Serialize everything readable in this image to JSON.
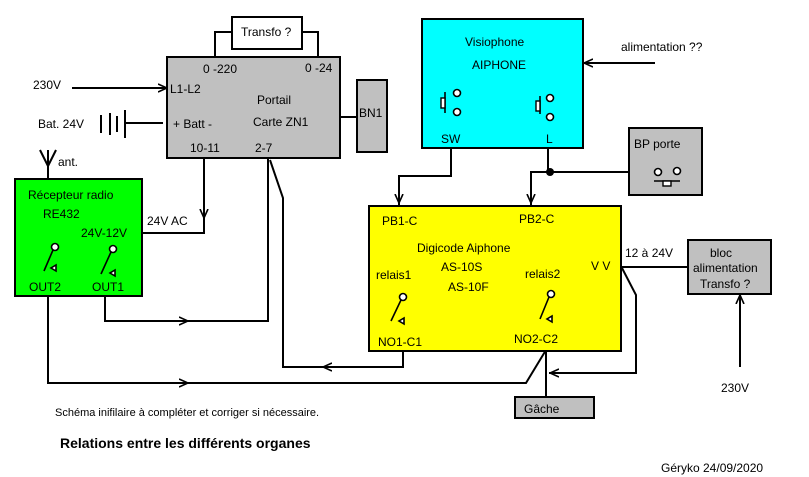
{
  "colors": {
    "portail": "#c0c0c0",
    "visiophone": "#00ffff",
    "recepteur": "#00ff00",
    "digicode": "#ffff00",
    "gray_box": "#c0c0c0",
    "transfo": "#ffffff"
  },
  "transfo": {
    "label": "Transfo ?"
  },
  "portail": {
    "title": "Portail",
    "subtitle": "Carte ZN1",
    "terminal_0_220": "0 -220",
    "terminal_0_24": "0 -24",
    "terminal_l1l2": "L1-L2",
    "terminal_batt": "+ Batt -",
    "terminal_10_11": "10-11",
    "terminal_2_7": "2-7"
  },
  "bn1": {
    "label": "BN1"
  },
  "inputs": {
    "v230_left": "230V",
    "battery": "Bat. 24V",
    "antenna": "ant.",
    "v24ac": "24V AC",
    "alimentation": "alimentation ??",
    "v12_24": "12 à 24V",
    "v230_right": "230V"
  },
  "visiophone": {
    "title": "Visiophone",
    "brand": "AIPHONE",
    "sw": "SW",
    "l": "L"
  },
  "bp_porte": {
    "label": "BP porte"
  },
  "recepteur": {
    "title": "Récepteur radio",
    "model": "RE432",
    "voltage": "24V-12V",
    "out2": "OUT2",
    "out1": "OUT1"
  },
  "digicode": {
    "title": "Digicode Aiphone",
    "model1": "AS-10S",
    "model2": "AS-10F",
    "pb1": "PB1-C",
    "pb2": "PB2-C",
    "relais1": "relais1",
    "relais2": "relais2",
    "no1": "NO1-C1",
    "no2": "NO2-C2",
    "vv": "V V"
  },
  "bloc_alim": {
    "line1": "bloc",
    "line2": "alimentation",
    "line3": "Transfo ?"
  },
  "gache": {
    "label": "Gâche"
  },
  "notes": {
    "remark": "Schéma inifilaire à compléter et corriger si nécessaire.",
    "title": "Relations entre les différents organes",
    "signature": "Géryko 24/09/2020"
  }
}
